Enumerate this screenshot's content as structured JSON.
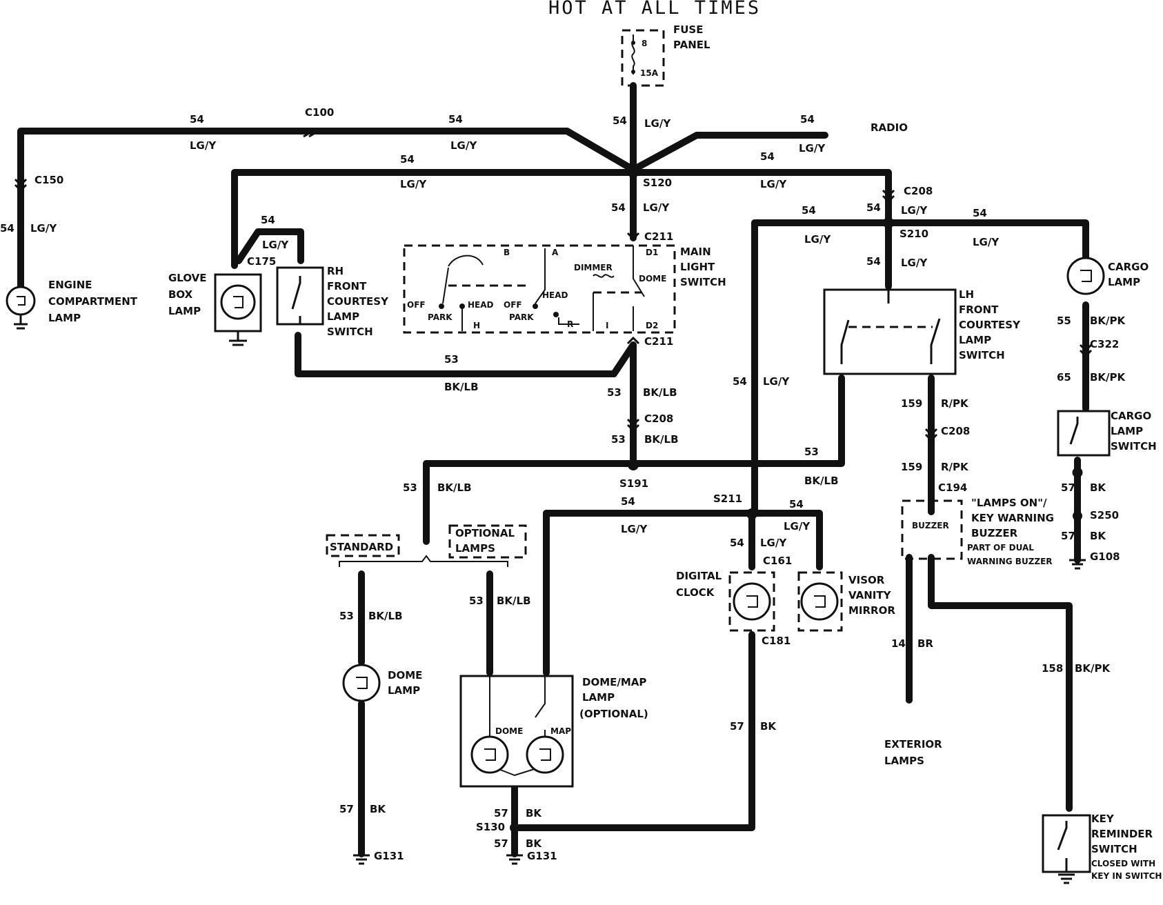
{
  "title": "HOT AT ALL TIMES",
  "fuse": {
    "label": "FUSE",
    "label2": "PANEL",
    "pin": "8",
    "rating": "15A"
  },
  "circuits": {
    "c54": "54",
    "c53": "53",
    "c55": "55",
    "c65": "65",
    "c57": "57",
    "c159": "159",
    "c158": "158",
    "c14": "14"
  },
  "colors": {
    "lgy": "LG/Y",
    "bklb": "BK/LB",
    "bkpk": "BK/PK",
    "rpk": "R/PK",
    "bk": "BK",
    "br": "BR"
  },
  "connectors": {
    "c100": "C100",
    "c150": "C150",
    "c175": "C175",
    "c208": "C208",
    "c211": "C211",
    "c322": "C322",
    "c194": "C194",
    "c161": "C161",
    "c181": "C181",
    "s120": "S120",
    "s210": "S210",
    "s191": "S191",
    "s211": "S211",
    "s250": "S250",
    "s130": "S130",
    "g131": "G131",
    "g108": "G108"
  },
  "components": {
    "radio": "RADIO",
    "engine": [
      "ENGINE",
      "COMPARTMENT",
      "LAMP"
    ],
    "glove": [
      "GLOVE",
      "BOX",
      "LAMP"
    ],
    "rh_switch": [
      "RH",
      "FRONT",
      "COURTESY",
      "LAMP",
      "SWITCH"
    ],
    "main_switch": [
      "MAIN",
      "LIGHT",
      "SWITCH"
    ],
    "lh_switch": [
      "LH",
      "FRONT",
      "COURTESY",
      "LAMP",
      "SWITCH"
    ],
    "cargo_lamp": [
      "CARGO",
      "LAMP"
    ],
    "cargo_switch": [
      "CARGO",
      "LAMP",
      "SWITCH"
    ],
    "buzzer": [
      "\"LAMPS ON\"/",
      "KEY WARNING",
      "BUZZER"
    ],
    "buzzer_note": [
      "PART OF DUAL",
      "WARNING BUZZER"
    ],
    "buzzer_box": "BUZZER",
    "digital_clock": [
      "DIGITAL",
      "CLOCK"
    ],
    "visor": [
      "VISOR",
      "VANITY",
      "MIRROR"
    ],
    "dome": [
      "DOME",
      "LAMP"
    ],
    "dome_map": [
      "DOME/MAP",
      "LAMP",
      "(OPTIONAL)"
    ],
    "exterior": [
      "EXTERIOR",
      "LAMPS"
    ],
    "key_switch": [
      "KEY",
      "REMINDER",
      "SWITCH"
    ],
    "key_note": [
      "CLOSED WITH",
      "KEY IN SWITCH"
    ],
    "standard": "STANDARD",
    "optional": [
      "OPTIONAL",
      "LAMPS"
    ]
  },
  "switch_positions": {
    "off": "OFF",
    "park": "PARK",
    "head": "HEAD",
    "dimmer": "DIMMER",
    "dome": "DOME",
    "b": "B",
    "a": "A",
    "h": "H",
    "r": "R",
    "i": "I",
    "d1": "D1",
    "d2": "D2"
  },
  "dome_map_labels": {
    "dome": "DOME",
    "map": "MAP"
  }
}
